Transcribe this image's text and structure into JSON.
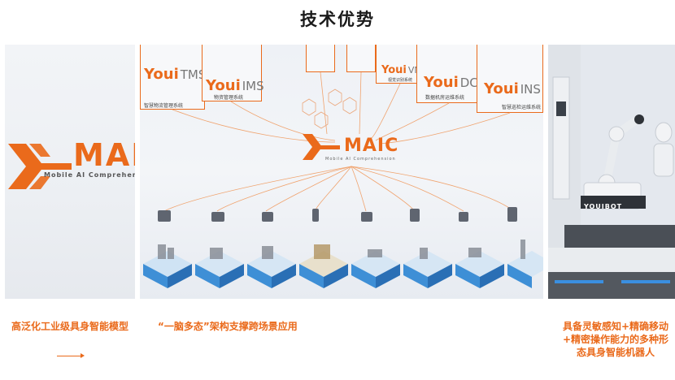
{
  "page_title": "技术优势",
  "cards": [
    {
      "id": "left",
      "logo_text": "MAIC",
      "logo_subtitle": "Mobile AI Comprehen",
      "caption": "高泛化工业级具身智能模型"
    },
    {
      "id": "center",
      "logo_text": "MAIC",
      "logo_subtitle": "Mobile AI Comprehension",
      "caption": "“一脑多态”架构支撑跨场景应用",
      "systems": [
        {
          "brand": "Youi",
          "suffix": "TMS",
          "label": "智慧物流管理系统"
        },
        {
          "brand": "Youi",
          "suffix": "IMS",
          "label": "物资管理系统"
        },
        {
          "brand": "Youi",
          "suffix": "VM",
          "label": "视觉识别系统"
        },
        {
          "brand": "Youi",
          "suffix": "DCS",
          "label": "数据机房运维系统"
        },
        {
          "brand": "Youi",
          "suffix": "INS",
          "label": "智慧巡检运维系统"
        }
      ]
    },
    {
      "id": "right",
      "robot_brand": "YOUIBOT",
      "caption": "具备灵敏感知+精确移动+精密操作能力的多种形态具身智能机器人"
    }
  ],
  "colors": {
    "accent": "#ea6a1b",
    "title": "#1a1a1a"
  }
}
